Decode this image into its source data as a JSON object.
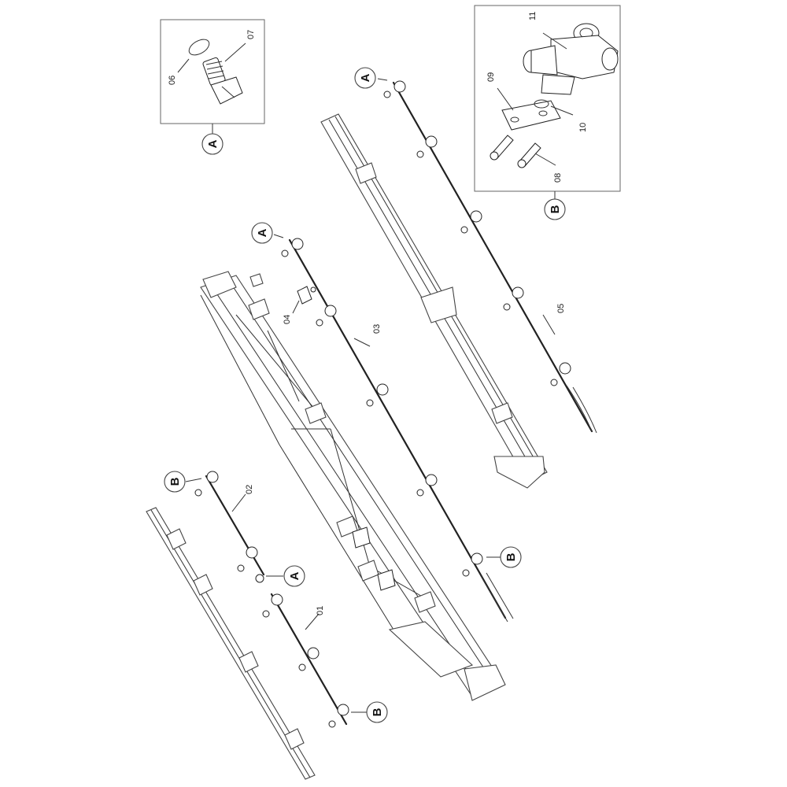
{
  "parts": [
    "01",
    "02",
    "03",
    "04",
    "05",
    "06",
    "07",
    "08",
    "09",
    "10",
    "11"
  ],
  "callouts": {
    "a": "A",
    "b": "B"
  }
}
